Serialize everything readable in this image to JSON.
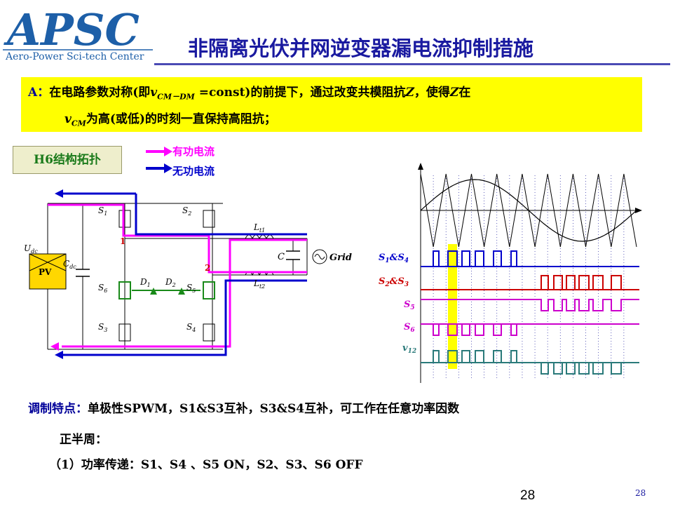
{
  "logo": {
    "main": "APSC",
    "sub": "Aero-Power Sci-tech Center"
  },
  "title": "非隔离光伏并网逆变器漏电流抑制措施",
  "notice": {
    "lead": "A：",
    "line1_a": "在电路参数对称(即",
    "line1_var": "v",
    "line1_sub": "CM－DM",
    "line1_b": " =const)的前提下，通过改变共模阻抗",
    "line1_z1": "Z",
    "line1_c": "，使得",
    "line1_z2": "Z",
    "line1_d": "在",
    "line2_var": "v",
    "line2_sub": "CM",
    "line2_rest": "为高(或低)的时刻一直保持高阻抗；"
  },
  "topology_label": "H6结构拓扑",
  "legend": {
    "active": "有功电流",
    "reactive": "无功电流",
    "active_color": "#ff00ff",
    "reactive_color": "#0000cc"
  },
  "circuit": {
    "udc": "U",
    "udc_sub": "dc",
    "pv": "PV",
    "cdc": "C",
    "cdc_sub": "dc",
    "s1": "S",
    "s1_sub": "1",
    "s2": "S",
    "s2_sub": "2",
    "s3": "S",
    "s3_sub": "3",
    "s4": "S",
    "s4_sub": "4",
    "s5": "S",
    "s5_sub": "5",
    "s6": "S",
    "s6_sub": "6",
    "d1": "D",
    "d1_sub": "1",
    "d2": "D",
    "d2_sub": "2",
    "l1": "L",
    "l1_sub": "t1",
    "l2": "L",
    "l2_sub": "t2",
    "c": "C",
    "grid": "Grid",
    "node1": "1",
    "node2": "2"
  },
  "waveforms": {
    "labels": [
      {
        "main": "S",
        "sub": "1",
        "mid": "&S",
        "sub2": "4",
        "color": "#0000cc"
      },
      {
        "main": "S",
        "sub": "2",
        "mid": "&S",
        "sub2": "3",
        "color": "#cc0000"
      },
      {
        "main": "S",
        "sub": "5",
        "mid": "",
        "sub2": "",
        "color": "#cc00cc"
      },
      {
        "main": "S",
        "sub": "6",
        "mid": "",
        "sub2": "",
        "color": "#cc00cc"
      },
      {
        "main": "v",
        "sub": "12",
        "mid": "",
        "sub2": "",
        "color": "#2a7a7a"
      }
    ]
  },
  "modulation": {
    "lead": "调制特点：",
    "text": "单极性SPWM，S1&S3互补，S3&S4互补，可工作在任意功率因数",
    "line2": "正半周：",
    "line3": "（1）功率传递：S1、S4 、S5 ON，S2、S3、S6 OFF"
  },
  "page_center": "28",
  "page_corner": "28"
}
